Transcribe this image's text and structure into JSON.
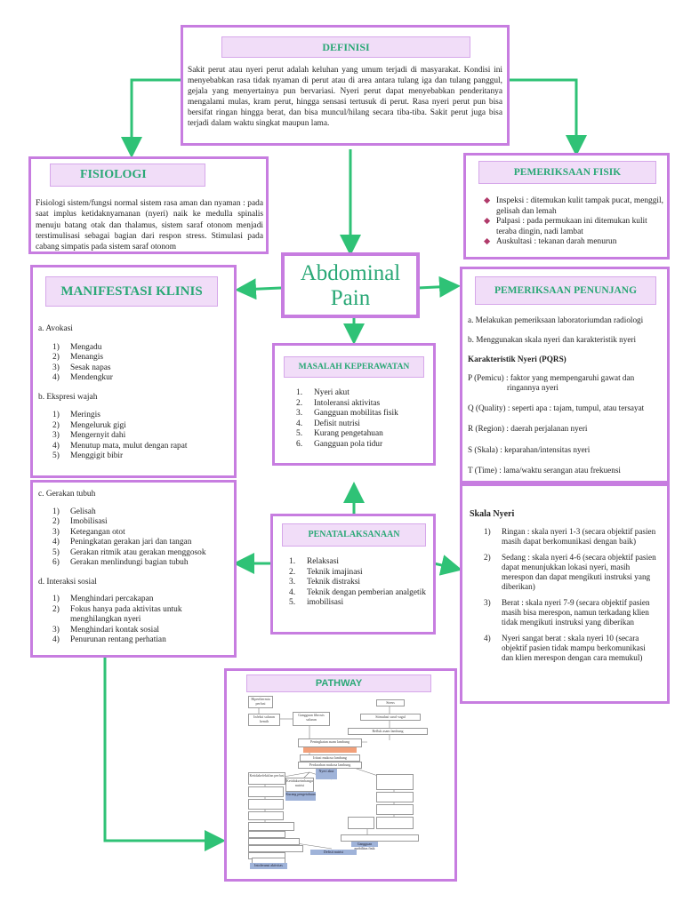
{
  "definisi": {
    "title": "DEFINISI",
    "text": "Sakit perut atau nyeri perut adalah keluhan yang umum terjadi di masyarakat. Kondisi ini menyebabkan rasa tidak nyaman di perut atau di area antara tulang iga dan tulang panggul, gejala yang menyertainya pun bervariasi. Nyeri perut dapat menyebabkan penderitanya mengalami mulas, kram perut, hingga sensasi tertusuk di perut. Rasa nyeri perut pun bisa bersifat ringan hingga berat, dan bisa muncul/hilang secara tiba-tiba. Sakit perut juga bisa terjadi dalam waktu singkat maupun lama."
  },
  "fisiologi": {
    "title": "FISIOLOGI",
    "text": "Fisiologi sistem/fungsi normal sistem rasa aman dan nyaman : pada saat implus ketidaknyamanan (nyeri) naik ke medulla spinalis menuju batang otak dan thalamus, sistem saraf otonom menjadi terstimulisasi sebagai bagian dari respon stress. Stimulasi pada cabang simpatis pada sistem saraf otonom"
  },
  "pemeriksaan_fisik": {
    "title": "PEMERIKSAAN FISIK",
    "items": [
      "Inspeksi : ditemukan kulit tampak pucat, menggil, gelisah dan lemah",
      "Palpasi : pada permukaan ini ditemukan kulit teraba dingin, nadi lambat",
      "Auskultasi : tekanan darah menurun"
    ]
  },
  "center_title": {
    "line1": "Abdominal",
    "line2": "Pain"
  },
  "manifestasi": {
    "title": "MANIFESTASI KLINIS",
    "a_label": "a.  Avokasi",
    "a_items": [
      {
        "n": "1)",
        "t": "Mengadu"
      },
      {
        "n": "2)",
        "t": "Menangis"
      },
      {
        "n": "3)",
        "t": "Sesak napas"
      },
      {
        "n": "4)",
        "t": "Mendengkur"
      }
    ],
    "b_label": "b.  Ekspresi wajah",
    "b_items": [
      {
        "n": "1)",
        "t": "Meringis"
      },
      {
        "n": "2)",
        "t": "Mengeluruk gigi"
      },
      {
        "n": "3)",
        "t": "Mengernyit dahi"
      },
      {
        "n": "4)",
        "t": "Menutup mata, mulut dengan rapat"
      },
      {
        "n": "5)",
        "t": "Menggigit bibir"
      }
    ],
    "c_label": "c.  Gerakan tubuh",
    "c_items": [
      {
        "n": "1)",
        "t": "Gelisah"
      },
      {
        "n": "2)",
        "t": "Imobilisasi"
      },
      {
        "n": "3)",
        "t": "Ketegangan otot"
      },
      {
        "n": "4)",
        "t": "Peningkatan gerakan jari dan tangan"
      },
      {
        "n": "5)",
        "t": "Gerakan ritmik atau gerakan menggosok"
      },
      {
        "n": "6)",
        "t": "Gerakan menlindungi bagian tubuh"
      }
    ],
    "d_label": "d.  Interaksi sosial",
    "d_items": [
      {
        "n": "1)",
        "t": "Menghindari percakapan"
      },
      {
        "n": "2)",
        "t": "Fokus hanya pada aktivitas untuk menghilangkan nyeri"
      },
      {
        "n": "3)",
        "t": "Menghindari kontak sosial"
      },
      {
        "n": "4)",
        "t": "Penurunan rentang perhatian"
      }
    ]
  },
  "masalah": {
    "title": "MASALAH KEPERAWATAN",
    "items": [
      {
        "n": "1.",
        "t": "Nyeri akut"
      },
      {
        "n": "2.",
        "t": "Intoleransi aktivitas"
      },
      {
        "n": "3.",
        "t": "Gangguan mobilitas fisik"
      },
      {
        "n": "4.",
        "t": "Defisit nutrisi"
      },
      {
        "n": "5.",
        "t": "Kurang pengetahuan"
      },
      {
        "n": "6.",
        "t": "Gangguan pola tidur"
      }
    ]
  },
  "penatalaksanaan": {
    "title": "PENATALAKSANAAN",
    "items": [
      {
        "n": "1.",
        "t": "Relaksasi"
      },
      {
        "n": "2.",
        "t": "Teknik imajinasi"
      },
      {
        "n": "3.",
        "t": "Teknik distraksi"
      },
      {
        "n": "4.",
        "t": "Teknik dengan pemberian analgetik"
      },
      {
        "n": "5.",
        "t": "imobilisasi"
      }
    ]
  },
  "penunjang": {
    "title": "PEMERIKSAAN PENUNJANG",
    "a": "a.  Melakukan pemeriksaan laboratoriumdan radiologi",
    "b": "b.  Menggunakan skala nyeri dan karakteristik nyeri",
    "pqrs_title": "Karakteristik Nyeri (PQRS)",
    "p": "P (Pemicu) :  faktor yang mempengaruhi gawat dan ringannya nyeri",
    "q": "Q (Quality) : seperti apa : tajam, tumpul, atau tersayat",
    "r": "R (Region) : daerah perjalanan nyeri",
    "s": "S (Skala) : keparahan/intensitas nyeri",
    "t": "T (Time) : lama/waktu serangan atau frekuensi"
  },
  "skala": {
    "title": "Skala Nyeri",
    "items": [
      {
        "n": "1)",
        "t": "Ringan : skala nyeri 1-3 (secara objektif pasien masih dapat berkomunikasi dengan baik)"
      },
      {
        "n": "2)",
        "t": "Sedang : skala nyeri 4-6 (secara objektif pasien dapat menunjukkan lokasi nyeri, masih merespon dan dapat mengikuti instruksi yang diberikan)"
      },
      {
        "n": "3)",
        "t": "Berat : skala nyeri 7-9 (secara objektif pasien masih bisa merespon, namun terkadang klien tidak mengikuti instruksi yang diberikan"
      },
      {
        "n": "4)",
        "t": "Nyeri sangat berat : skala nyeri 10 (secara objektif pasien tidak mampu berkomunikasi dan klien merespon dengan cara memukul)"
      }
    ]
  },
  "pathway": {
    "title": "PATHWAY",
    "nodes": {
      "n1": "Hiperthermia perfusi",
      "n2": "Infeksi saluran kemih",
      "n3": "Gangguan fibrosis saluran",
      "n4": "Stress",
      "n5": "Stimulasi saraf vagal",
      "n6": "Refluk asam lambung",
      "n7": "Peningkatan asam lambung",
      "n8": "Iritasi mukosa lambung",
      "n9": "Perdarahan mukosa lambung",
      "n10": "Nyeri akut",
      "n11": "Kurang pengetahuan",
      "n12": "Intoleransi aktivitas",
      "n13": "Defisit nutrisi",
      "n14": "Gangguan mobilitas fisik",
      "n15": "Ketidakefektifan perfusi",
      "n16": "Ketidakseimbangan nutrisi"
    }
  },
  "colors": {
    "border": "#c77de0",
    "header_bg": "#f1ddf8",
    "title_green": "#2aa876",
    "arrow": "#2fc276"
  }
}
